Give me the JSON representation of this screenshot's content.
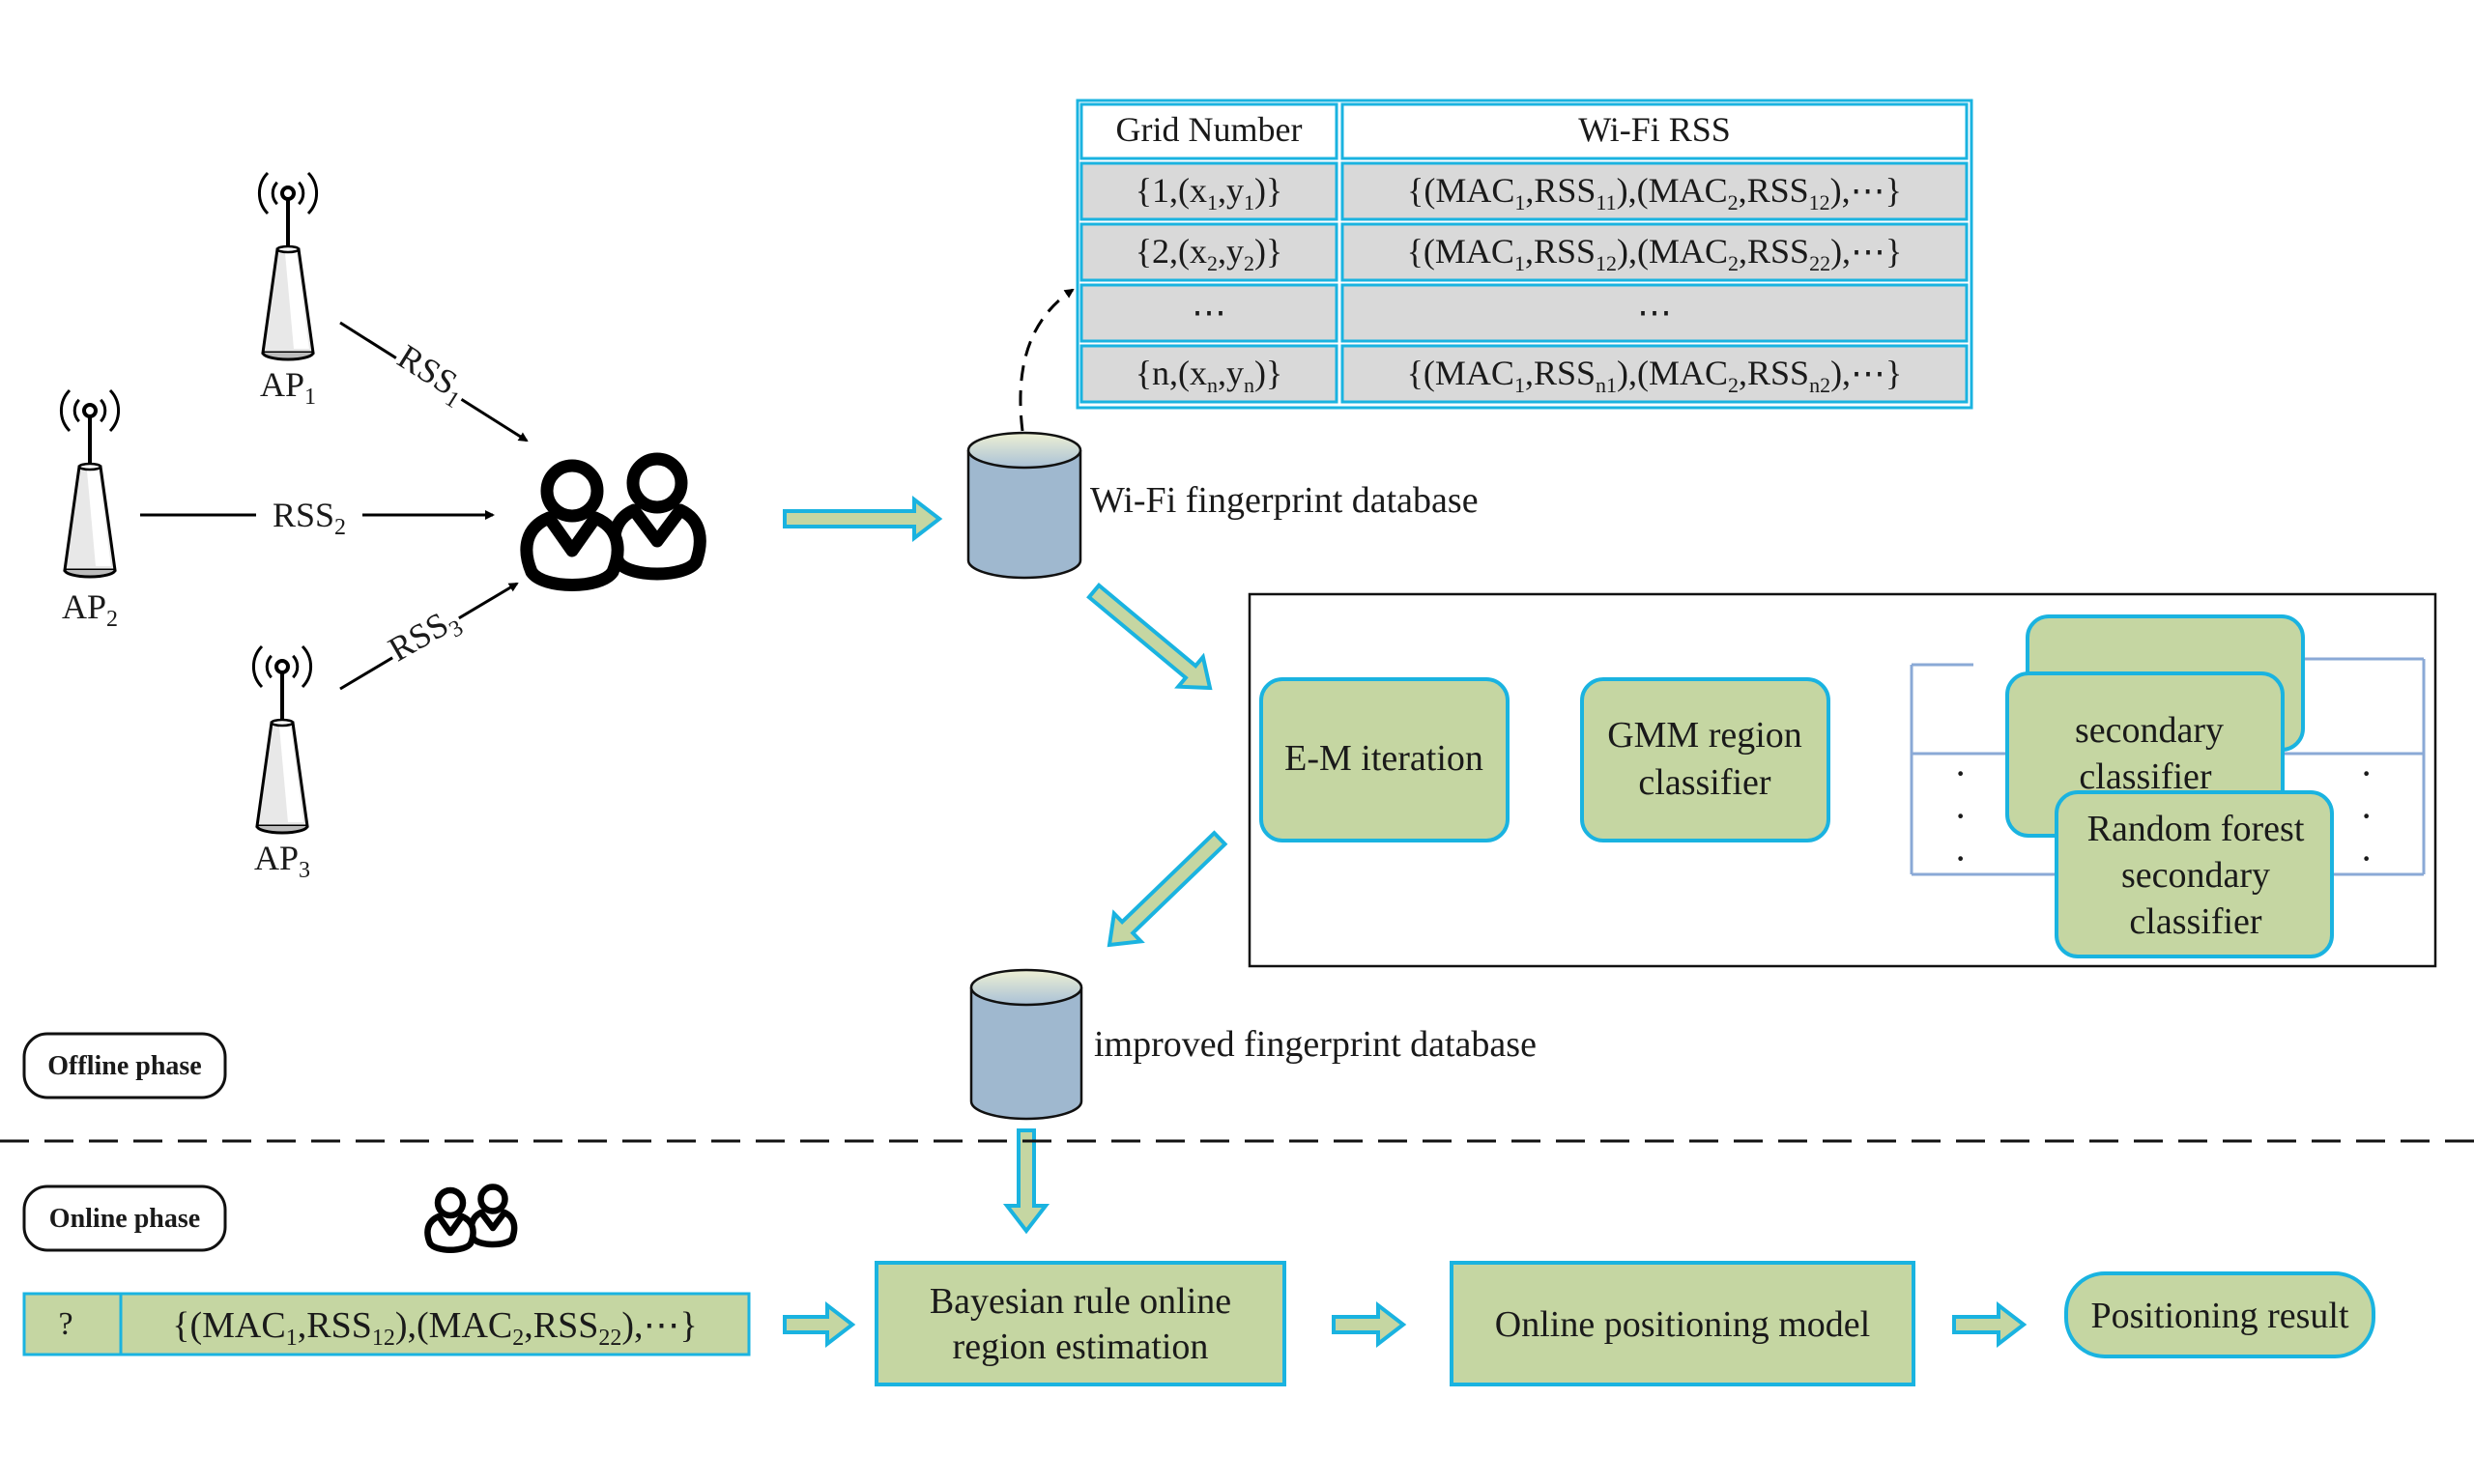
{
  "table": {
    "header": {
      "grid": "Grid Number",
      "rss": "Wi-Fi RSS"
    },
    "rows": [
      {
        "grid": [
          [
            "{1,(x",
            "norm"
          ],
          [
            "1",
            "sub"
          ],
          [
            ",y",
            "norm"
          ],
          [
            "1",
            "sub"
          ],
          [
            ")}",
            "norm"
          ]
        ],
        "rss": [
          [
            "{(MAC",
            "norm"
          ],
          [
            "1",
            "sub"
          ],
          [
            ",RSS",
            "norm"
          ],
          [
            "11",
            "sub"
          ],
          [
            "),(MAC",
            "norm"
          ],
          [
            "2",
            "sub"
          ],
          [
            ",RSS",
            "norm"
          ],
          [
            "12",
            "sub"
          ],
          [
            "),⋯}",
            "norm"
          ]
        ]
      },
      {
        "grid": [
          [
            "{2,(x",
            "norm"
          ],
          [
            "2",
            "sub"
          ],
          [
            ",y",
            "norm"
          ],
          [
            "2",
            "sub"
          ],
          [
            ")}",
            "norm"
          ]
        ],
        "rss": [
          [
            "{(MAC",
            "norm"
          ],
          [
            "1",
            "sub"
          ],
          [
            ",RSS",
            "norm"
          ],
          [
            "12",
            "sub"
          ],
          [
            "),(MAC",
            "norm"
          ],
          [
            "2",
            "sub"
          ],
          [
            ",RSS",
            "norm"
          ],
          [
            "22",
            "sub"
          ],
          [
            "),⋯}",
            "norm"
          ]
        ]
      },
      {
        "grid": [
          [
            "⋯",
            "norm"
          ]
        ],
        "rss": [
          [
            "⋯",
            "norm"
          ]
        ]
      },
      {
        "grid": [
          [
            "{n,(x",
            "norm"
          ],
          [
            "n",
            "sub"
          ],
          [
            ",y",
            "norm"
          ],
          [
            "n",
            "sub"
          ],
          [
            ")}",
            "norm"
          ]
        ],
        "rss": [
          [
            "{(MAC",
            "norm"
          ],
          [
            "1",
            "sub"
          ],
          [
            ",RSS",
            "norm"
          ],
          [
            "n1",
            "sub"
          ],
          [
            "),(MAC",
            "norm"
          ],
          [
            "2",
            "sub"
          ],
          [
            ",RSS",
            "norm"
          ],
          [
            "n2",
            "sub"
          ],
          [
            "),⋯}",
            "norm"
          ]
        ]
      }
    ]
  },
  "aps": [
    {
      "name": "AP",
      "sub": "1"
    },
    {
      "name": "AP",
      "sub": "2"
    },
    {
      "name": "AP",
      "sub": "3"
    }
  ],
  "signals": [
    {
      "name": "RSS",
      "sub": "1"
    },
    {
      "name": "RSS",
      "sub": "2"
    },
    {
      "name": "RSS",
      "sub": "3"
    }
  ],
  "databases": {
    "wifi": "Wi-Fi fingerprint database",
    "improved": "improved fingerprint database"
  },
  "classifier_panel": {
    "em": "E-M iteration",
    "gmm": [
      "GMM region",
      "classifier"
    ],
    "secondary": [
      "secondary",
      "classifier"
    ],
    "random_forest": [
      "Random forest",
      "secondary",
      "classifier"
    ],
    "dots": [
      "·",
      "·",
      "·"
    ]
  },
  "phases": {
    "offline": "Offline phase",
    "online": "Online phase"
  },
  "online": {
    "query_id": "?",
    "query_rss": [
      [
        "{(MAC",
        "norm"
      ],
      [
        "1",
        "sub"
      ],
      [
        ",RSS",
        "norm"
      ],
      [
        "12",
        "sub"
      ],
      [
        "),(MAC",
        "norm"
      ],
      [
        "2",
        "sub"
      ],
      [
        ",RSS",
        "norm"
      ],
      [
        "22",
        "sub"
      ],
      [
        "),⋯}",
        "norm"
      ]
    ],
    "bayes": [
      "Bayesian rule online",
      "region estimation"
    ],
    "model": "Online positioning model",
    "result": "Positioning result"
  },
  "colors": {
    "cyan": "#1ab3e0",
    "green_fill": "#c5d6a2",
    "table_fill": "#d9d9d9",
    "db_body": "#9fb8cf",
    "db_top": "#dfe6c8",
    "panel_border": "#111111",
    "secondary_line": "#8aa9d6"
  },
  "icons": {
    "antenna": "radio-antenna-icon",
    "users": "users-icon"
  }
}
